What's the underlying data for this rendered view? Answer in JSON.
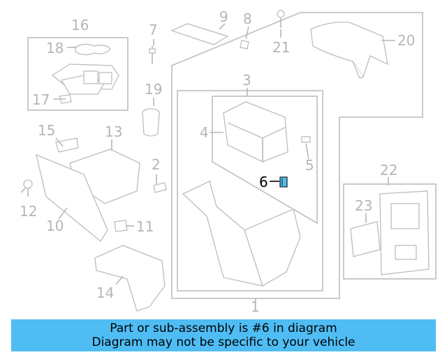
{
  "callouts": {
    "c1": "1",
    "c2": "2",
    "c3": "3",
    "c4": "4",
    "c5": "5",
    "c6": "6",
    "c7": "7",
    "c8": "8",
    "c9": "9",
    "c10": "10",
    "c11": "11",
    "c12": "12",
    "c13": "13",
    "c14": "14",
    "c15": "15",
    "c16": "16",
    "c17": "17",
    "c18": "18",
    "c19": "19",
    "c20": "20",
    "c21": "21",
    "c22": "22",
    "c23": "23"
  },
  "highlighted_part": "6",
  "colors": {
    "banner": "#4fbdf4",
    "highlight_part": "#4fbdf4",
    "lines": "#b8b8b8"
  },
  "banner": {
    "line1": "Part or sub-assembly is #6 in diagram",
    "line2": "Diagram may not be specific to your vehicle"
  }
}
